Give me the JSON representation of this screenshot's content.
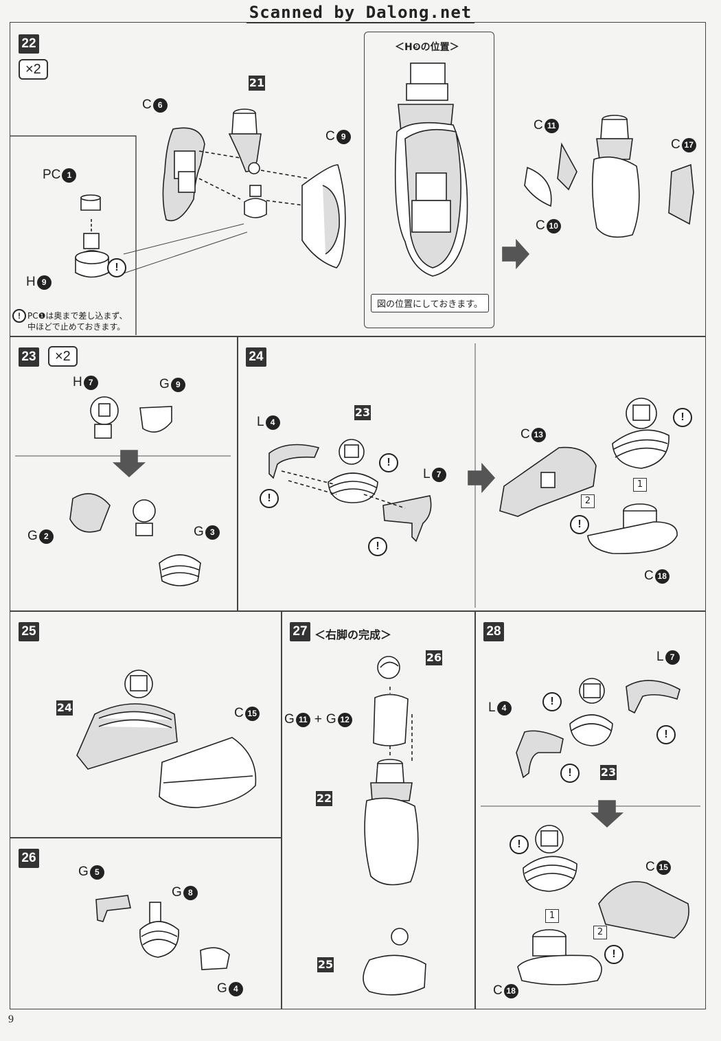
{
  "header": {
    "text": "Scanned by Dalong.net"
  },
  "page_number": "9",
  "step22": {
    "step": "22",
    "mult": "×2",
    "labels": {
      "c6": "C",
      "c6n": "6",
      "t21": "21",
      "c9": "C",
      "c9n": "9",
      "pc1": "PC",
      "pc1n": "1",
      "h9": "H",
      "h9n": "9",
      "c11": "C",
      "c11n": "11",
      "c17": "C",
      "c17n": "17",
      "c10": "C",
      "c10n": "10"
    },
    "note_line1": "PC❶は奥まで差し込まず、",
    "note_line2": "中ほどで止めておきます。",
    "inset_title": "＜H❾の位置＞",
    "inset_box": "図の位置にしておきます。",
    "warn": "!"
  },
  "step23": {
    "step": "23",
    "mult": "×2",
    "h7": "H",
    "h7n": "7",
    "g9": "G",
    "g9n": "9",
    "g2": "G",
    "g2n": "2",
    "g3": "G",
    "g3n": "3"
  },
  "step24": {
    "step": "24",
    "l4": "L",
    "l4n": "4",
    "t23": "23",
    "l7": "L",
    "l7n": "7",
    "c13": "C",
    "c13n": "13",
    "c18": "C",
    "c18n": "18",
    "sq1": "1",
    "sq2": "2"
  },
  "step25": {
    "step": "25",
    "t24": "24",
    "c15": "C",
    "c15n": "15"
  },
  "step26": {
    "step": "26",
    "g5": "G",
    "g5n": "5",
    "g8": "G",
    "g8n": "8",
    "g4": "G",
    "g4n": "4"
  },
  "step27": {
    "step": "27",
    "title": "＜右脚の完成＞",
    "t26": "26",
    "g11": "G",
    "g11n": "11",
    "plus": "+",
    "g12": "G",
    "g12n": "12",
    "t22": "22",
    "t25": "25"
  },
  "step28": {
    "step": "28",
    "l7": "L",
    "l7n": "7",
    "l4": "L",
    "l4n": "4",
    "t23": "23",
    "c15": "C",
    "c15n": "15",
    "c18": "C",
    "c18n": "18",
    "sq1": "1",
    "sq2": "2"
  }
}
